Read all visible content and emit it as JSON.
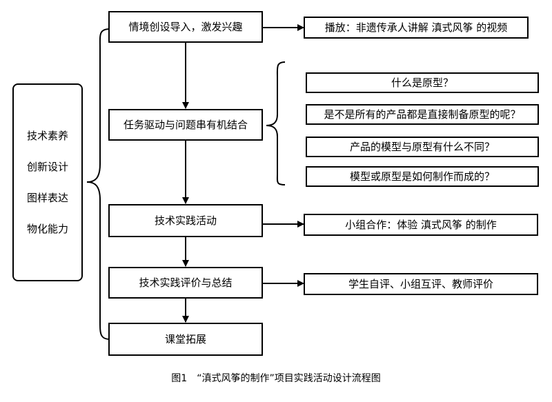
{
  "competencies": [
    "技术素养",
    "创新设计",
    "图样表达",
    "物化能力"
  ],
  "steps": [
    "情境创设导入，激发兴趣",
    "任务驱动与问题串有机结合",
    "技术实践活动",
    "技术实践评价与总结",
    "课堂拓展"
  ],
  "notes": {
    "video": "播放：非遗传承人讲解 滇式风筝 的视频",
    "activity": "小组合作：体验 滇式风筝 的制作",
    "evaluation": "学生自评、小组互评、教师评价"
  },
  "questions": [
    "什么是原型？",
    "是不是所有的产品都是直接制备原型的呢？",
    "产品的模型与原型有什么不同？",
    "模型或原型是如何制作而成的？"
  ],
  "caption": "图1　“滇式风筝的制作”项目实践活动设计流程图"
}
